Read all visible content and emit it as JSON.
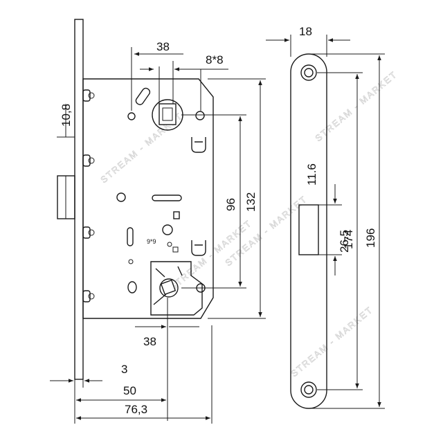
{
  "drawing": {
    "dimensions": {
      "d38_top": "38",
      "d8x8": "8*8",
      "d10_8": "10,8",
      "d96": "96",
      "d132": "132",
      "d38_bottom": "38",
      "d3": "3",
      "d50": "50",
      "d76_3": "76,3",
      "d18": "18",
      "d11_6": "11.6",
      "d26_5": "26.5",
      "d174": "174",
      "d196": "196",
      "d9x9": "9*9"
    },
    "watermark": "STREAM - MARKET"
  }
}
